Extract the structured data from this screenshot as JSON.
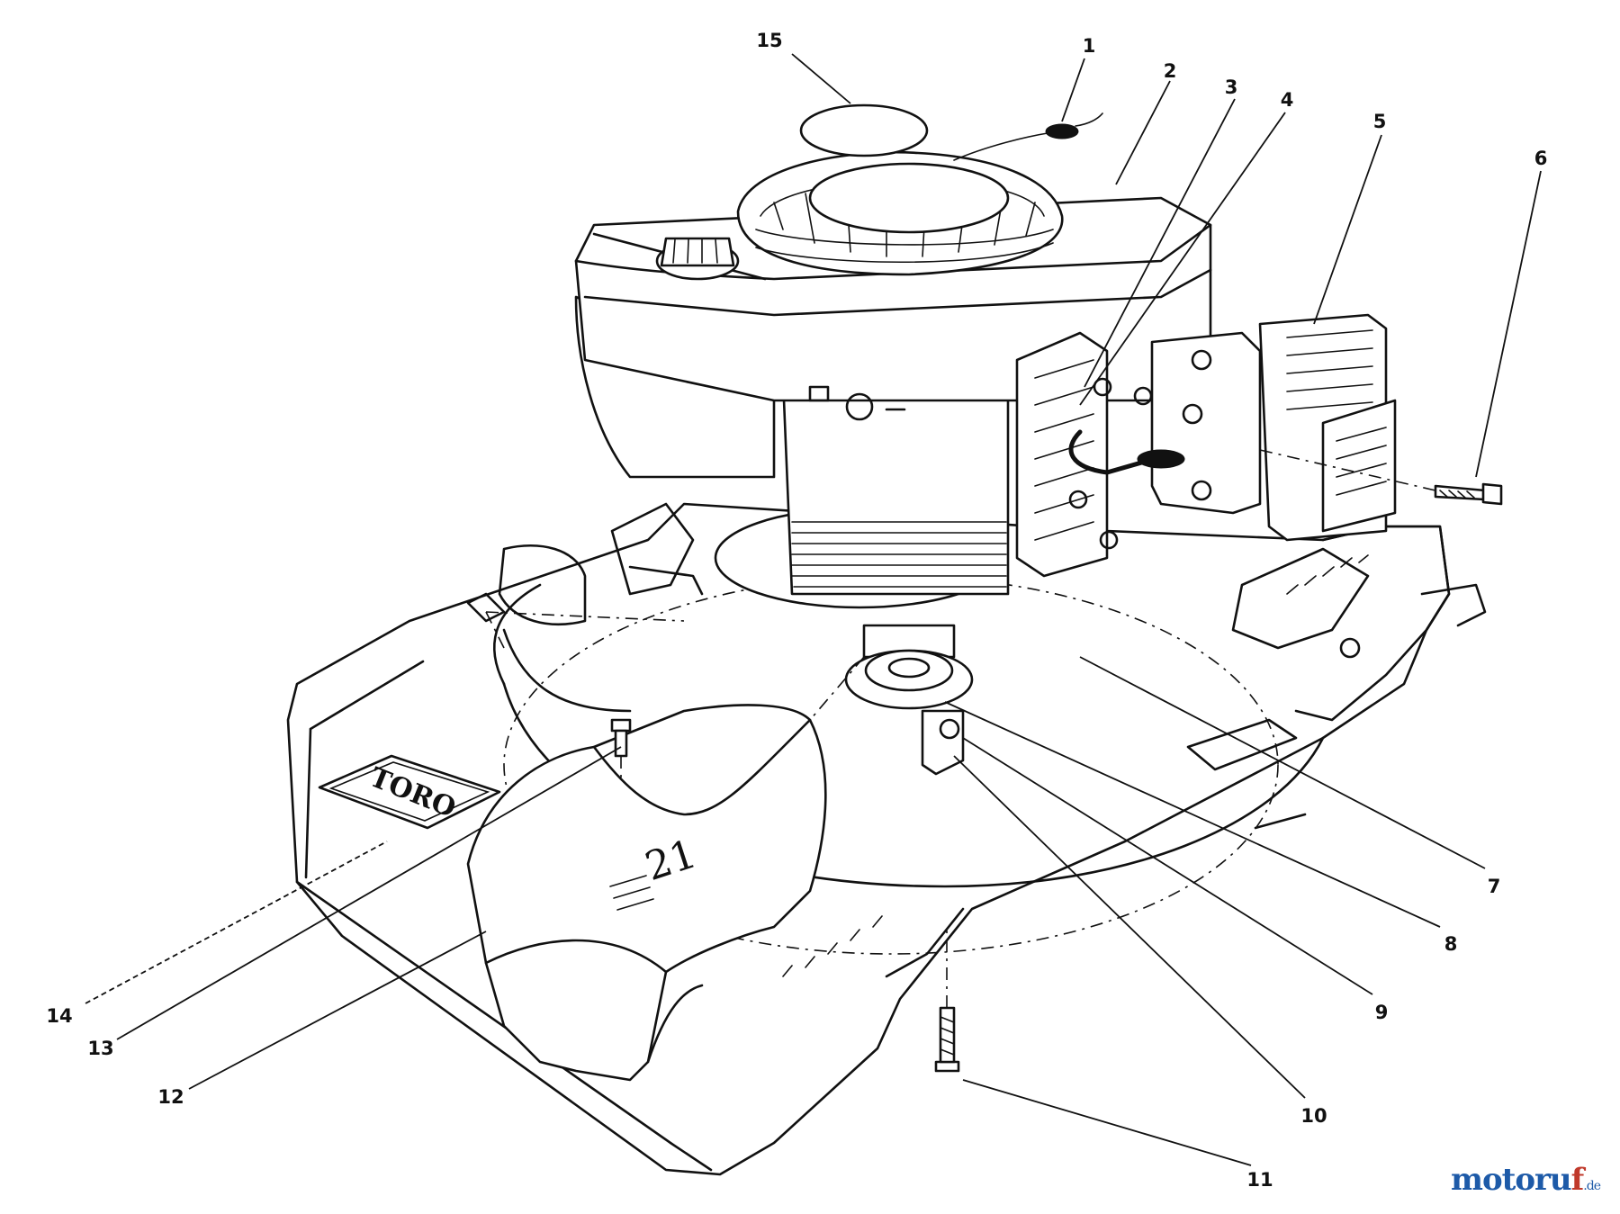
{
  "callouts": [
    "1",
    "2",
    "3",
    "4",
    "5",
    "6",
    "7",
    "8",
    "9",
    "10",
    "11",
    "12",
    "13",
    "14",
    "15"
  ],
  "deck_logo": "TORO",
  "size_mark": "21",
  "watermark": {
    "name_a": "motoru",
    "name_b": "f",
    "tld": ".de"
  }
}
